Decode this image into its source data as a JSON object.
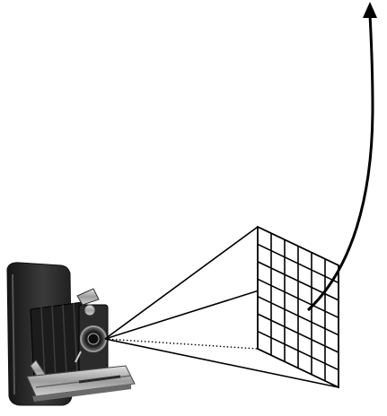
{
  "diagram": {
    "subject": "camera-pinhole-projection",
    "grid": {
      "rows": 7,
      "cols": 6
    },
    "colors": {
      "stroke": "#000000",
      "background": "#ffffff",
      "camera_body": "#2a2a2a",
      "camera_bellows": "#1c1c1c",
      "camera_metal": "#b9b9b9"
    },
    "icons": [
      "folding-camera-icon",
      "arrow-icon"
    ]
  }
}
